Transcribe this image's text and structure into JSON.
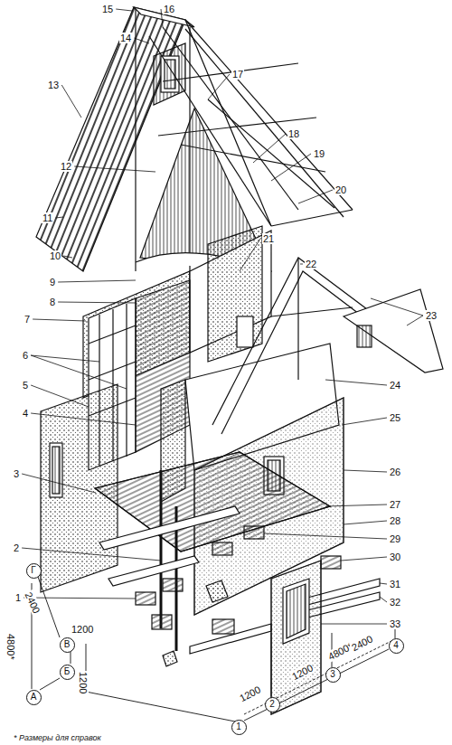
{
  "diagram": {
    "nodes": [
      {
        "text": [
          "Г"
        ]
      },
      {
        "text": [
          "В"
        ]
      },
      {
        "text": [
          "Б"
        ]
      },
      {
        "text": [
          "А"
        ]
      },
      {
        "text": [
          "1"
        ]
      },
      {
        "text": [
          "2"
        ]
      },
      {
        "text": [
          "3"
        ]
      },
      {
        "text": [
          "4"
        ]
      }
    ],
    "labels": [
      "15",
      "16",
      "14",
      "17",
      "13",
      "18",
      "12",
      "19",
      "20",
      "11",
      "10",
      "9",
      "8",
      "21",
      "22",
      "7",
      "6",
      "23",
      "5",
      "4",
      "24",
      "25",
      "3",
      "26",
      "27",
      "28",
      "2",
      "29",
      "30",
      "1",
      "31",
      "32",
      "33",
      "2400",
      "4800*",
      "1200",
      "1200",
      "1200",
      "1200",
      "4800*",
      "2400",
      "* Размеры для справок"
    ]
  }
}
